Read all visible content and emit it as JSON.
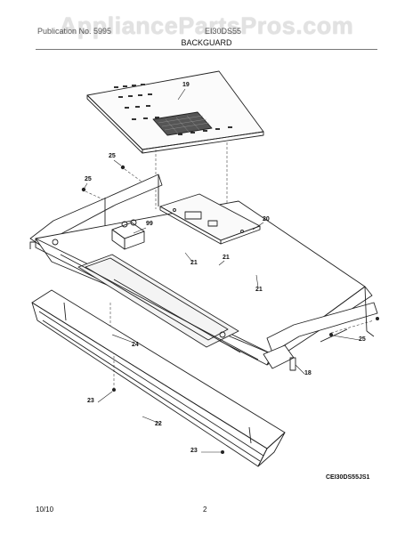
{
  "watermark": "AppliancePartsPros.com",
  "header": {
    "left": "Publication No. 5995",
    "right": "EI30DS55"
  },
  "section_title": "BACKGUARD",
  "parts": [
    {
      "id": "keypad-overlay",
      "number": "19"
    },
    {
      "id": "screw-25-left-a",
      "number": "25"
    },
    {
      "id": "screw-25-left-b",
      "number": "25"
    },
    {
      "id": "module",
      "number": "99"
    },
    {
      "id": "control-board",
      "number": "20"
    },
    {
      "id": "screw-21-a",
      "number": "21"
    },
    {
      "id": "screw-21-b",
      "number": "21"
    },
    {
      "id": "screw-21-c",
      "number": "21"
    },
    {
      "id": "screw-24",
      "number": "24"
    },
    {
      "id": "screw-25-right",
      "number": "25"
    },
    {
      "id": "backguard-frame",
      "number": "18"
    },
    {
      "id": "screw-23-a",
      "number": "23"
    },
    {
      "id": "trim",
      "number": "22"
    },
    {
      "id": "screw-23-b",
      "number": "23"
    }
  ],
  "diagram_code": "CEI30DS55JS1",
  "footer": {
    "date": "10/10",
    "page": "2"
  }
}
